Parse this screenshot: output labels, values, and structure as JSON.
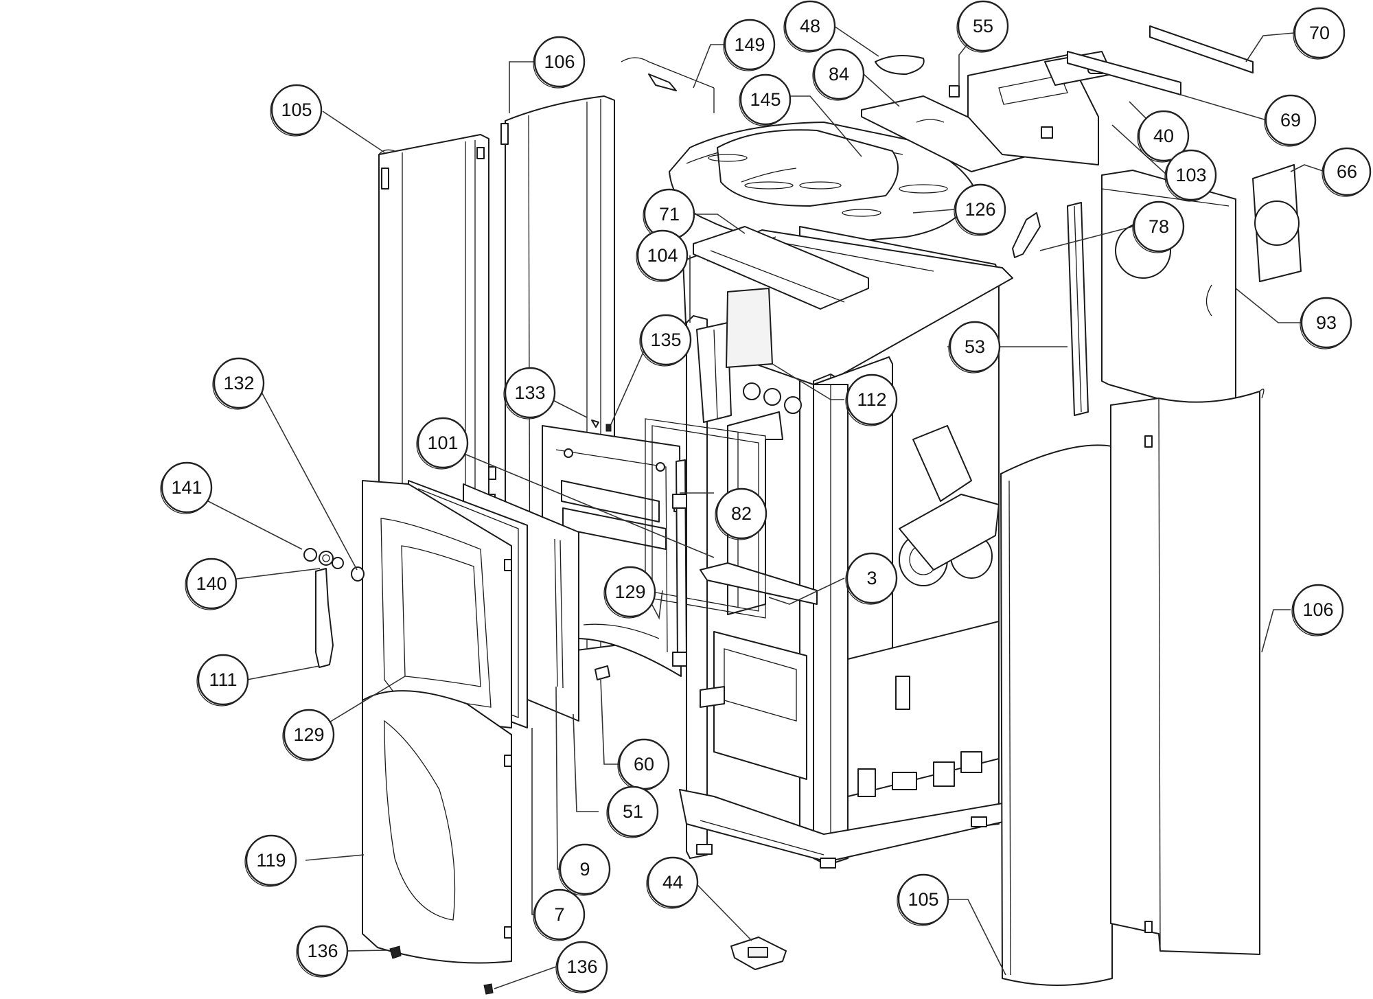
{
  "diagram": {
    "callouts": [
      {
        "id": "c105a",
        "label": "105"
      },
      {
        "id": "c106a",
        "label": "106"
      },
      {
        "id": "c149",
        "label": "149"
      },
      {
        "id": "c48",
        "label": "48"
      },
      {
        "id": "c55",
        "label": "55"
      },
      {
        "id": "c84",
        "label": "84"
      },
      {
        "id": "c145",
        "label": "145"
      },
      {
        "id": "c70",
        "label": "70"
      },
      {
        "id": "c69",
        "label": "69"
      },
      {
        "id": "c40",
        "label": "40"
      },
      {
        "id": "c103",
        "label": "103"
      },
      {
        "id": "c66",
        "label": "66"
      },
      {
        "id": "c71",
        "label": "71"
      },
      {
        "id": "c104",
        "label": "104"
      },
      {
        "id": "c126",
        "label": "126"
      },
      {
        "id": "c78",
        "label": "78"
      },
      {
        "id": "c93",
        "label": "93"
      },
      {
        "id": "c135",
        "label": "135"
      },
      {
        "id": "c53",
        "label": "53"
      },
      {
        "id": "c132",
        "label": "132"
      },
      {
        "id": "c133",
        "label": "133"
      },
      {
        "id": "c112",
        "label": "112"
      },
      {
        "id": "c101",
        "label": "101"
      },
      {
        "id": "c141",
        "label": "141"
      },
      {
        "id": "c82",
        "label": "82"
      },
      {
        "id": "c3",
        "label": "3"
      },
      {
        "id": "c140",
        "label": "140"
      },
      {
        "id": "c129a",
        "label": "129"
      },
      {
        "id": "c106b",
        "label": "106"
      },
      {
        "id": "c111",
        "label": "111"
      },
      {
        "id": "c129b",
        "label": "129"
      },
      {
        "id": "c60",
        "label": "60"
      },
      {
        "id": "c51",
        "label": "51"
      },
      {
        "id": "c119",
        "label": "119"
      },
      {
        "id": "c9",
        "label": "9"
      },
      {
        "id": "c44",
        "label": "44"
      },
      {
        "id": "c105b",
        "label": "105"
      },
      {
        "id": "c7",
        "label": "7"
      },
      {
        "id": "c136a",
        "label": "136"
      },
      {
        "id": "c136b",
        "label": "136"
      }
    ]
  }
}
